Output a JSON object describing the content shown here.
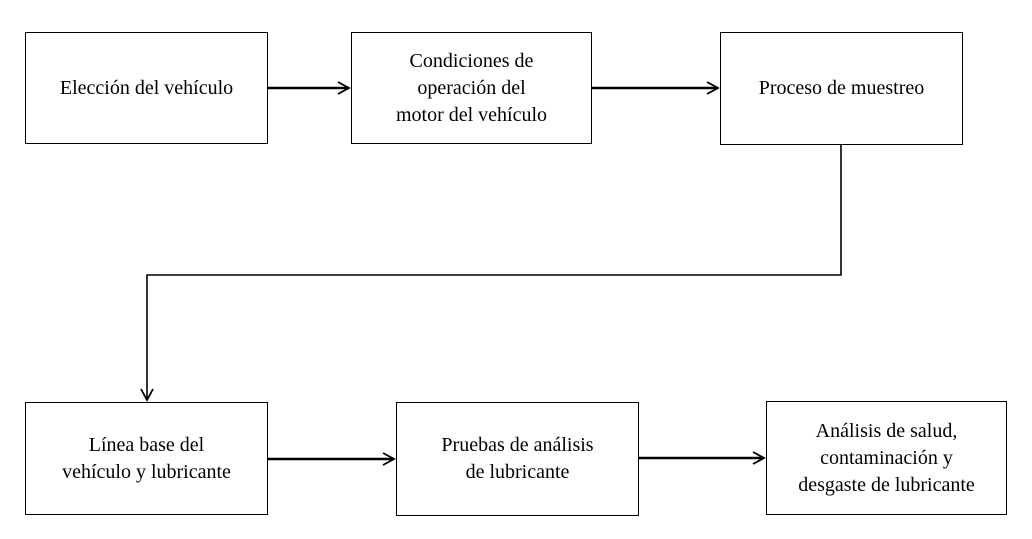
{
  "diagram": {
    "type": "flowchart",
    "language": "es",
    "colors": {
      "background": "#ffffff",
      "box_fill": "#ffffff",
      "box_border": "#000000",
      "arrow": "#000000",
      "text": "#000000"
    },
    "nodes": [
      {
        "id": "eleccion-vehiculo",
        "label": "Elección del vehículo"
      },
      {
        "id": "condiciones-operacion",
        "label": "Condiciones de\noperación del\nmotor del vehículo"
      },
      {
        "id": "proceso-muestreo",
        "label": "Proceso de muestreo"
      },
      {
        "id": "linea-base",
        "label": "Línea base del\nvehículo y lubricante"
      },
      {
        "id": "pruebas-analisis",
        "label": "Pruebas de análisis\nde lubricante"
      },
      {
        "id": "analisis-salud",
        "label": "Análisis de salud,\ncontaminación y\ndesgaste de lubricante"
      }
    ],
    "edges": [
      {
        "from": "eleccion-vehiculo",
        "to": "condiciones-operacion",
        "style": "straight-right"
      },
      {
        "from": "condiciones-operacion",
        "to": "proceso-muestreo",
        "style": "straight-right"
      },
      {
        "from": "proceso-muestreo",
        "to": "linea-base",
        "style": "elbow-down-left-down"
      },
      {
        "from": "linea-base",
        "to": "pruebas-analisis",
        "style": "straight-right"
      },
      {
        "from": "pruebas-analisis",
        "to": "analisis-salud",
        "style": "straight-right"
      }
    ]
  }
}
